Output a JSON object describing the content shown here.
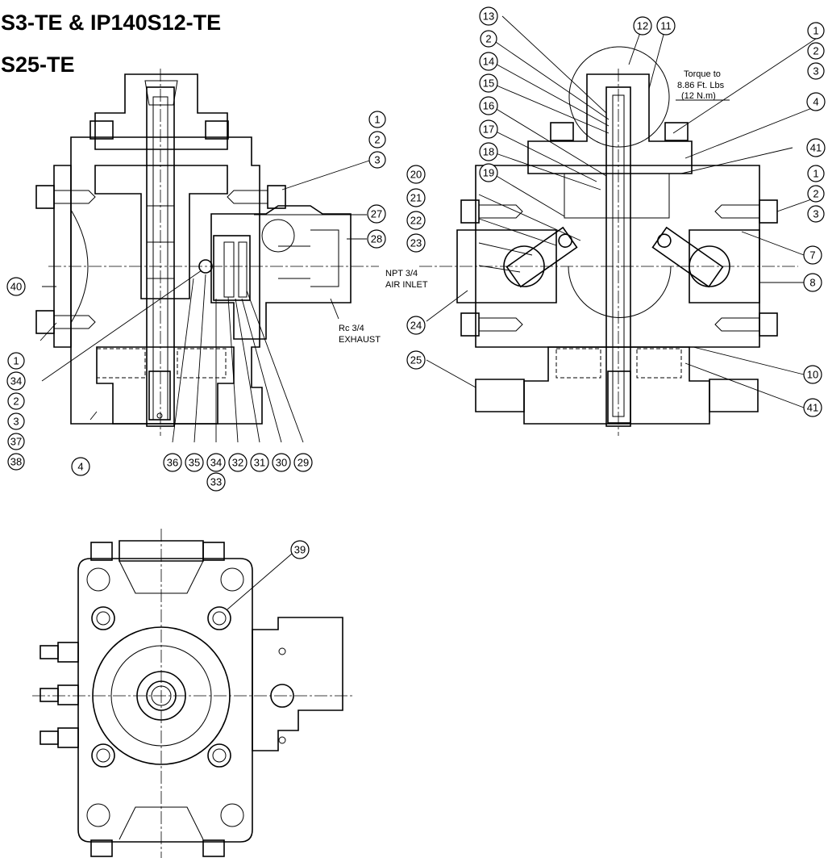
{
  "titles": {
    "line1": "0S3-TE & IP140S12-TE",
    "line2": "0S25-TE"
  },
  "notes": {
    "torque_line1": "Torque to",
    "torque_line2": "8.86 Ft. Lbs",
    "torque_line3": "(12 N.m)",
    "inlet_line1": "NPT 3/4",
    "inlet_line2": "AIR INLET",
    "exhaust_line1": "Rc 3/4",
    "exhaust_line2": "EXHAUST"
  },
  "callouts": {
    "left": [
      "1",
      "2",
      "3",
      "27",
      "28",
      "40",
      "34",
      "1",
      "2",
      "3",
      "37",
      "38",
      "4",
      "36",
      "35",
      "34",
      "32",
      "31",
      "30",
      "29",
      "33"
    ],
    "right": [
      "13",
      "12",
      "11",
      "2",
      "14",
      "15",
      "16",
      "17",
      "18",
      "19",
      "20",
      "21",
      "22",
      "23",
      "24",
      "25",
      "1",
      "2",
      "3",
      "4",
      "41",
      "1",
      "2",
      "3",
      "7",
      "8",
      "10",
      "41"
    ],
    "bottom": [
      "39"
    ]
  }
}
